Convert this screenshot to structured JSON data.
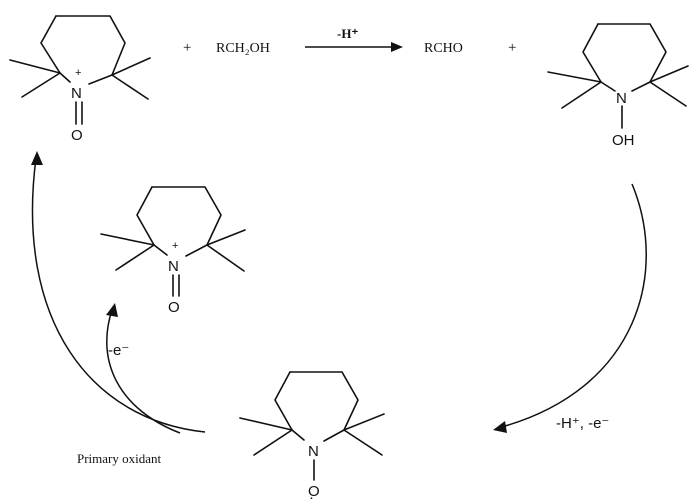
{
  "reaction": {
    "reactant": "RCH₂OH",
    "product": "RCHO",
    "plus": "+",
    "arrow_label": "-H⁺"
  },
  "atoms": {
    "n": "N",
    "o": "O",
    "oh": "OH",
    "plus_charge": "+",
    "radical_dot": "·"
  },
  "cycle": {
    "step_minus_e": "-e⁻",
    "step_minus_h_e": "-H⁺, -e⁻",
    "primary_oxidant": "Primary oxidant"
  }
}
